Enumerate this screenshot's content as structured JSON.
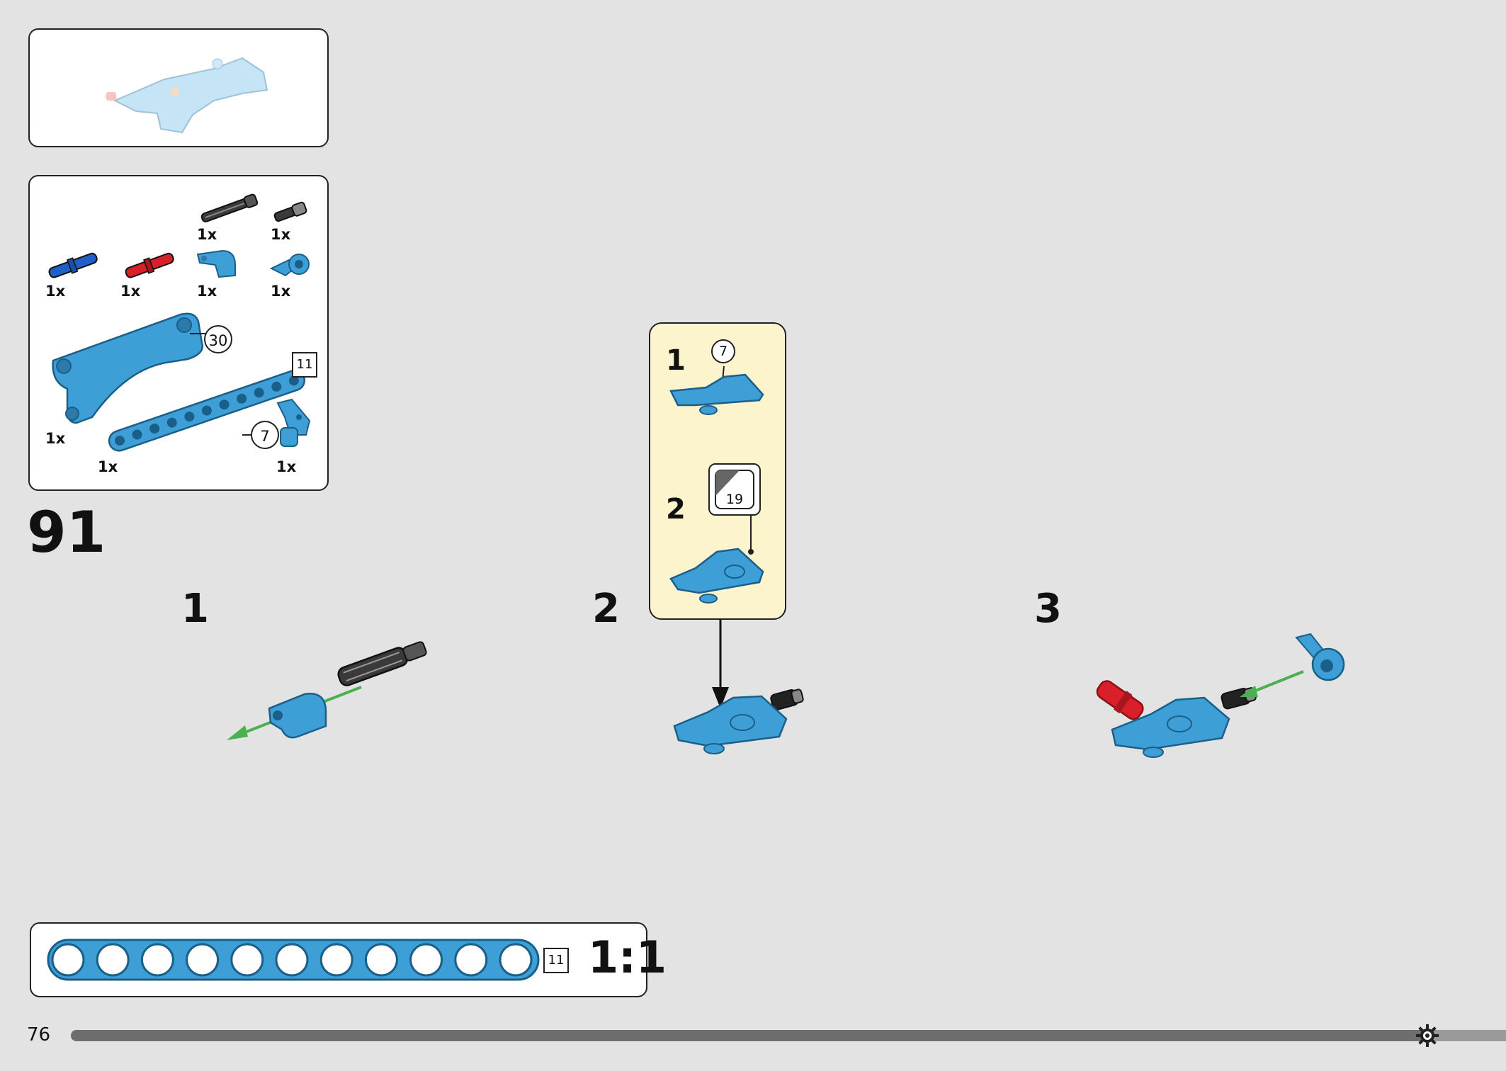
{
  "step": {
    "number": "91"
  },
  "page": {
    "number": "76"
  },
  "colors": {
    "accent_blue": "#3d9fd6",
    "callout_bg": "#fcf4cc",
    "background": "#e3e3e3",
    "arrow_green": "#4caf50",
    "pin_red": "#d9202a"
  },
  "parts_list": {
    "items": [
      {
        "qty": "1x",
        "part": "black-axle-long"
      },
      {
        "qty": "1x",
        "part": "black-axle-short"
      },
      {
        "qty": "1x",
        "part": "blue-pin"
      },
      {
        "qty": "1x",
        "part": "red-pin"
      },
      {
        "qty": "1x",
        "part": "azure-curved-plate"
      },
      {
        "qty": "1x",
        "part": "azure-connector"
      },
      {
        "qty": "1x",
        "part": "azure-arch-beam"
      },
      {
        "qty": "1x",
        "part": "azure-beam-11"
      },
      {
        "qty": "1x",
        "part": "azure-angle-connector"
      }
    ],
    "badges": {
      "arch_label": "30",
      "beam_label": "11",
      "connector_label": "7"
    }
  },
  "substeps": [
    {
      "label": "1"
    },
    {
      "label": "2"
    },
    {
      "label": "3"
    }
  ],
  "callout": {
    "steps": [
      {
        "label": "1",
        "badge": "7"
      },
      {
        "label": "2",
        "sticker": "19"
      }
    ]
  },
  "scale_box": {
    "beam_length": "11",
    "ratio": "1:1",
    "holes": 11
  }
}
